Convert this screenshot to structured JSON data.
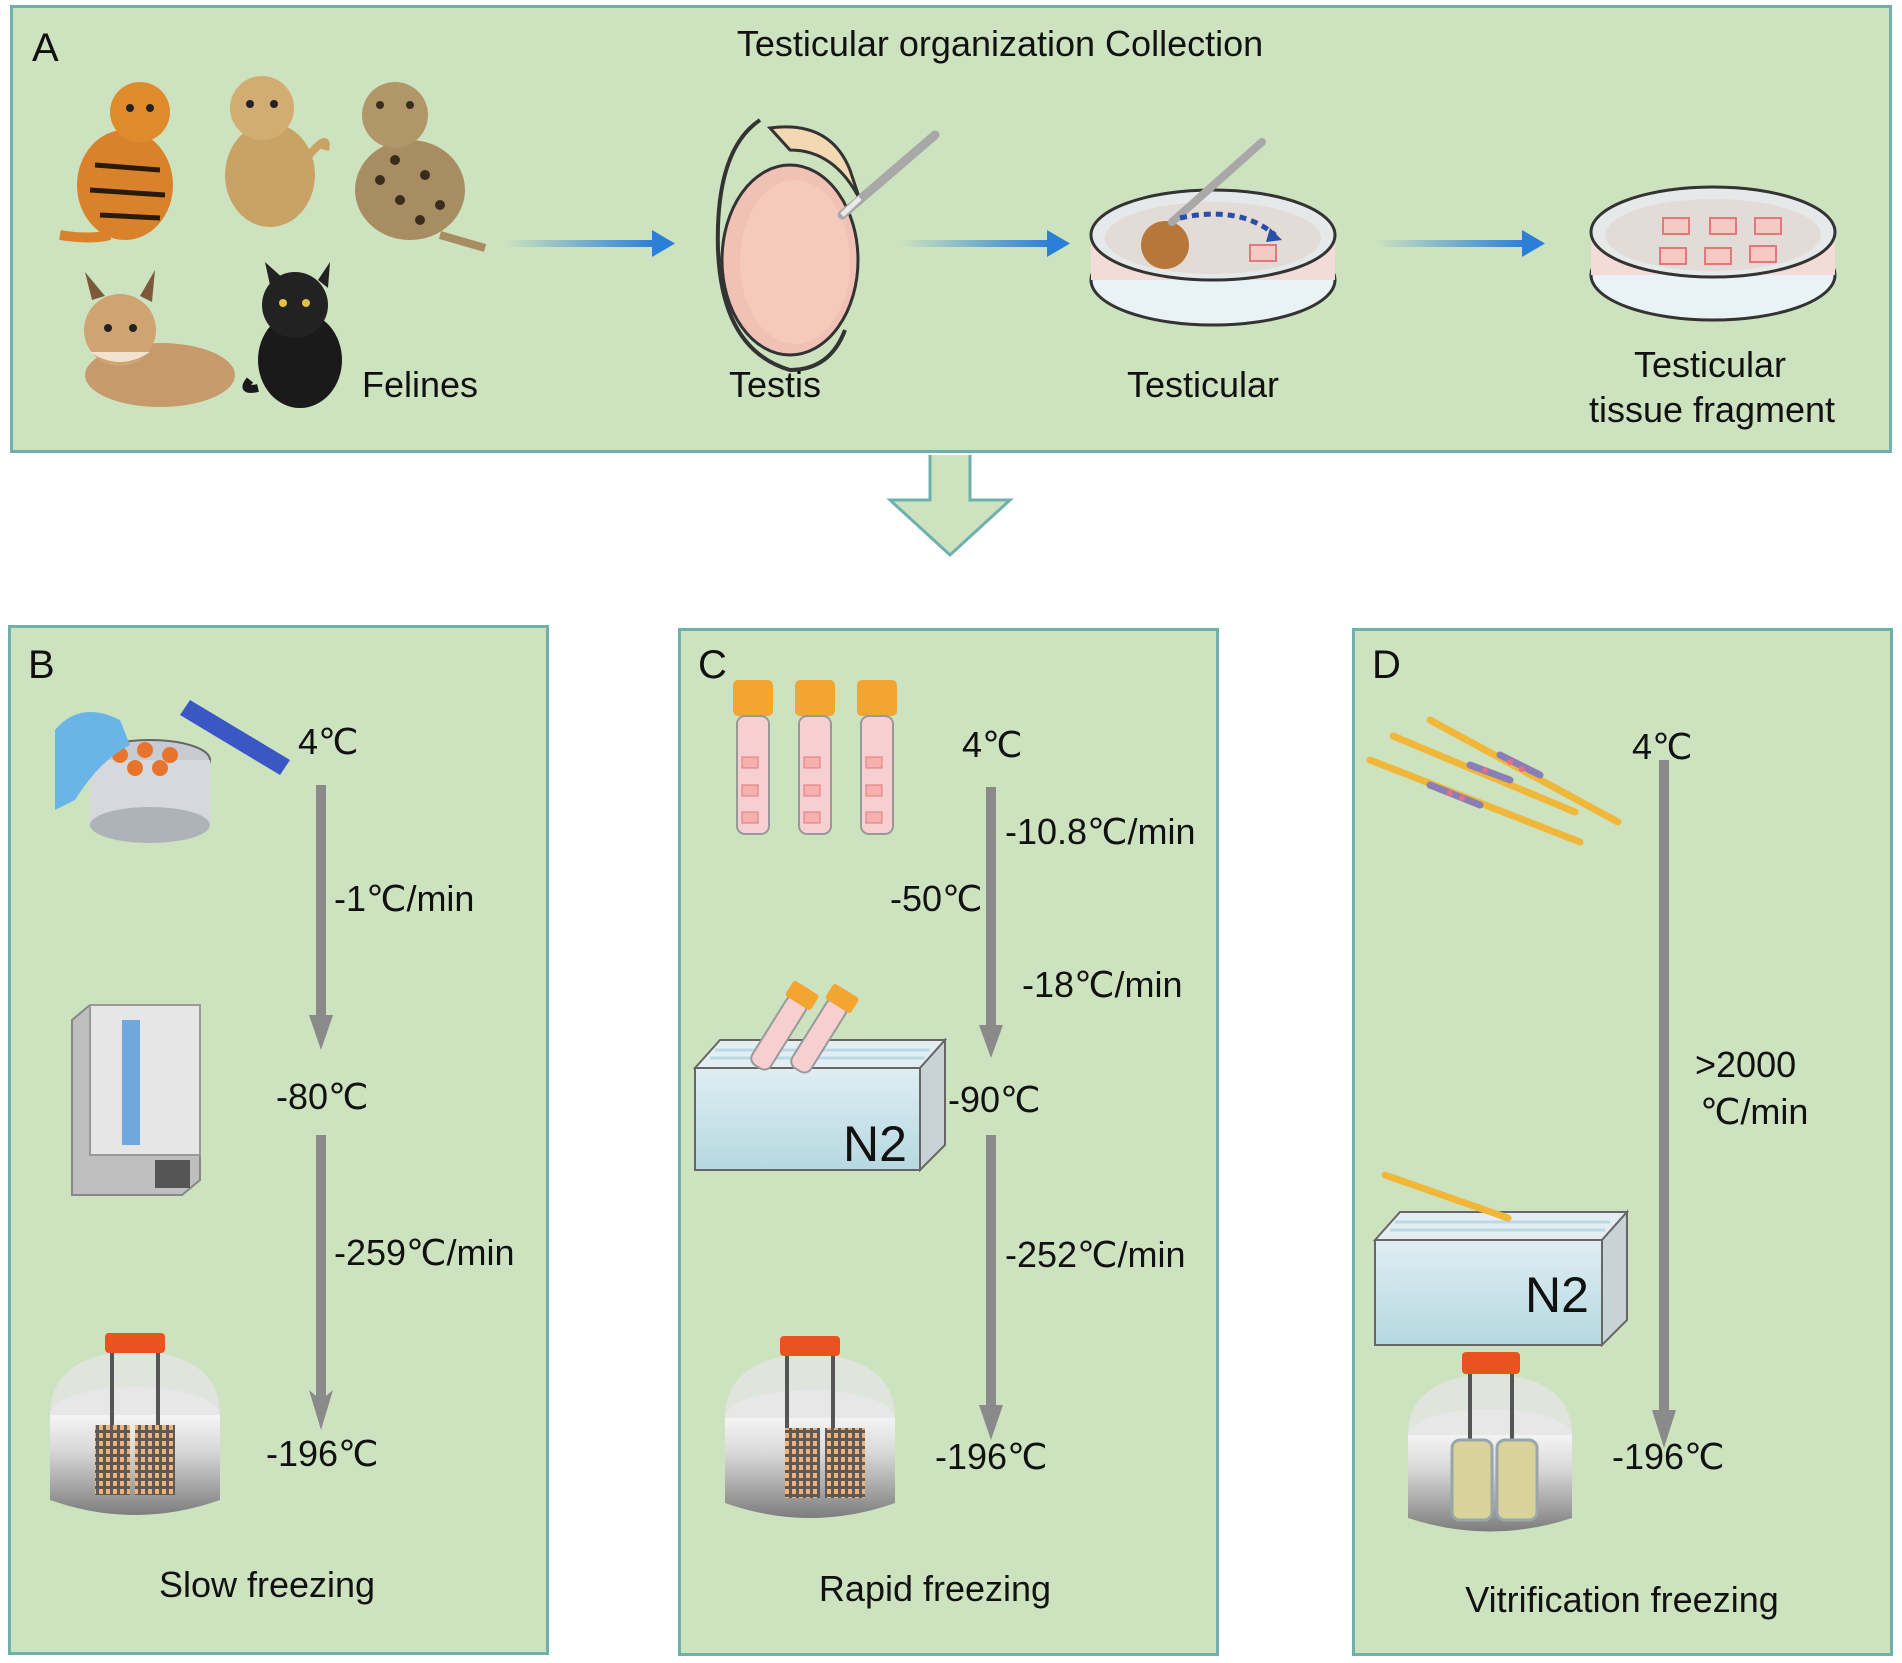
{
  "panel_a": {
    "letter": "A",
    "title": "Testicular organization Collection",
    "steps": [
      "Felines",
      "Testis",
      "Testicular"
    ],
    "fragment_label_line1": "Testicular",
    "fragment_label_line2": "tissue fragment"
  },
  "panel_b": {
    "letter": "B",
    "temp_start": "4℃",
    "rate1": "-1℃/min",
    "temp_mid": "-80℃",
    "rate2": "-259℃/min",
    "temp_end": "-196℃",
    "method": "Slow freezing"
  },
  "panel_c": {
    "letter": "C",
    "temp_start": "4℃",
    "rate1": "-10.8℃/min",
    "temp_mid1": "-50℃",
    "rate2": "-18℃/min",
    "temp_mid2": "-90℃",
    "rate3": "-252℃/min",
    "temp_end": "-196℃",
    "n2_label": "N2",
    "method": "Rapid freezing"
  },
  "panel_d": {
    "letter": "D",
    "temp_start": "4℃",
    "rate_line1": ">2000",
    "rate_line2": "℃/min",
    "temp_end": "-196℃",
    "n2_label": "N2",
    "method": "Vitrification freezing"
  },
  "colors": {
    "panel_fill": "#cde3bf",
    "panel_border": "#6fb0ad",
    "flow_arrow": "#2b7fd6",
    "temp_arrow": "#8a8a8a",
    "tube_cap": "#f2a531",
    "dewar_cap": "#e8531f",
    "straw": "#f0b73a"
  }
}
